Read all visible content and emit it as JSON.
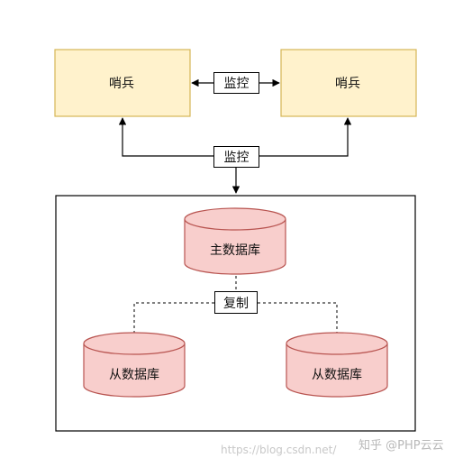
{
  "nodes": {
    "sentinel_left": "哨兵",
    "sentinel_right": "哨兵",
    "master_db": "主数据库",
    "slave_db_left": "从数据库",
    "slave_db_right": "从数据库"
  },
  "edges": {
    "monitor_between_sentinels": "监控",
    "monitor_to_cluster": "监控",
    "replication": "复制"
  },
  "watermark": {
    "csdn": "https://blog.csdn.net/",
    "zhihu": "知乎 @PHP云云"
  },
  "colors": {
    "sentinel_fill": "#fff2cc",
    "sentinel_stroke": "#d6b656",
    "db_fill": "#f8cecc",
    "db_stroke": "#b85450"
  }
}
